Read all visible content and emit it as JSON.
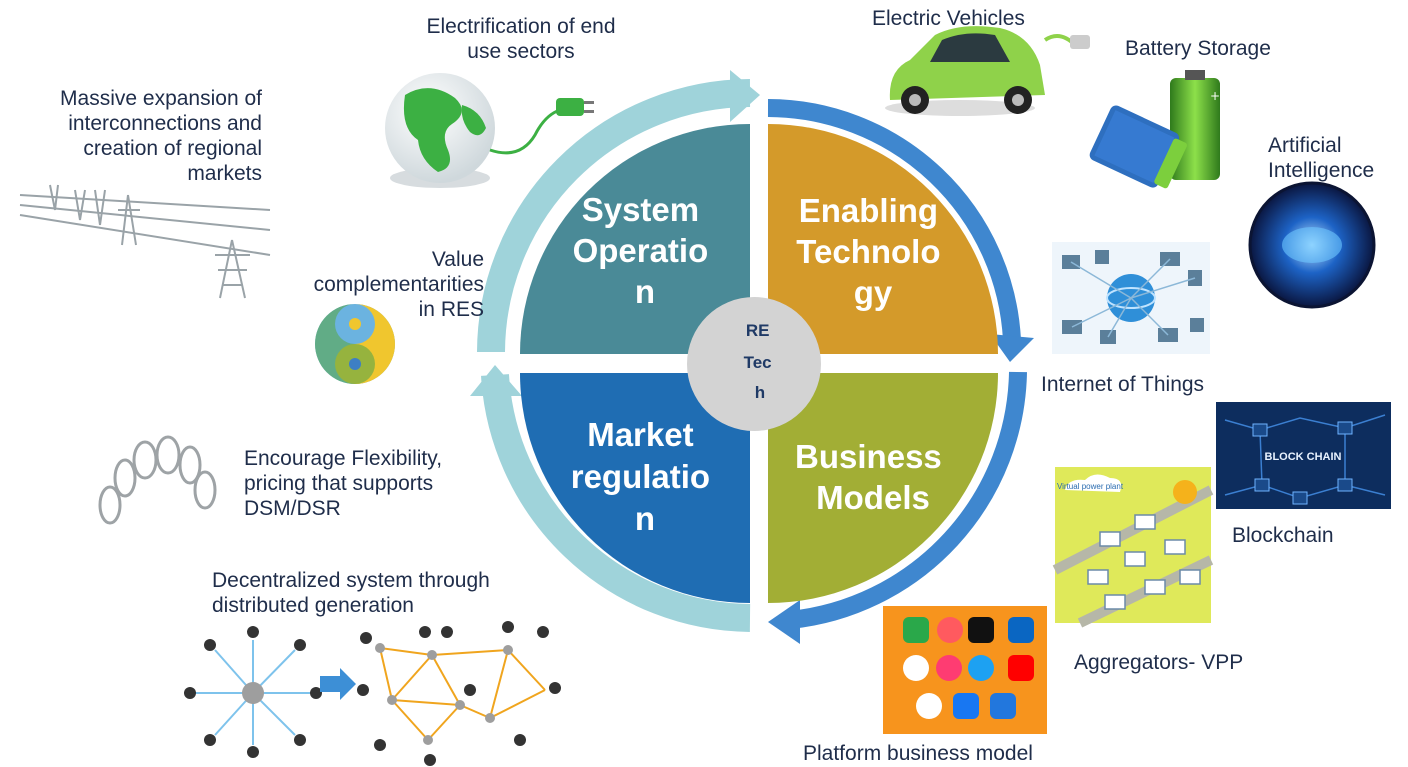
{
  "center": {
    "lines": [
      "RE",
      "Tec",
      "h"
    ]
  },
  "quadrants": [
    {
      "id": "system-operation",
      "lines": [
        "System",
        "Operatio",
        "n"
      ],
      "color": "#4a8a97"
    },
    {
      "id": "enabling-technology",
      "lines": [
        "Enabling",
        "Technolo",
        "gy"
      ],
      "color": "#d49a2a"
    },
    {
      "id": "business-models",
      "lines": [
        "Business",
        "Models"
      ],
      "color": "#a2ae35"
    },
    {
      "id": "market-regulation",
      "lines": [
        "Market",
        "regulatio",
        "n"
      ],
      "color": "#1f6db3"
    }
  ],
  "arrow_colors": {
    "light": "#9fd3da",
    "blue": "#3f87cf"
  },
  "labels": {
    "electrification": "Electrification of end\nuse sectors",
    "interconnections": "Massive expansion of\ninterconnections and\ncreation of regional\nmarkets",
    "value_complementarities": "Value\ncomplementarities\nin RES",
    "flexibility": "Encourage Flexibility,\npricing that supports\nDSM/DSR",
    "decentralized": "Decentralized system through\ndistributed generation",
    "electric_vehicles": "Electric Vehicles",
    "battery_storage": "Battery Storage",
    "ai": "Artificial\nIntelligence",
    "iot": "Internet of Things",
    "blockchain": "Blockchain",
    "aggregators": "Aggregators- VPP",
    "platform": "Platform business model"
  },
  "images": {
    "blockchain_text": "BLOCK CHAIN",
    "vpp_text": "Virtual\npower plant"
  },
  "icons": [
    "globe-plug-icon",
    "transmission-towers-icon",
    "yin-yang-icon",
    "spring-icon",
    "network-icon",
    "electric-car-icon",
    "battery-icon",
    "ai-globe-icon",
    "iot-icon",
    "blockchain-icon",
    "vpp-icon",
    "platform-apps-icon"
  ]
}
